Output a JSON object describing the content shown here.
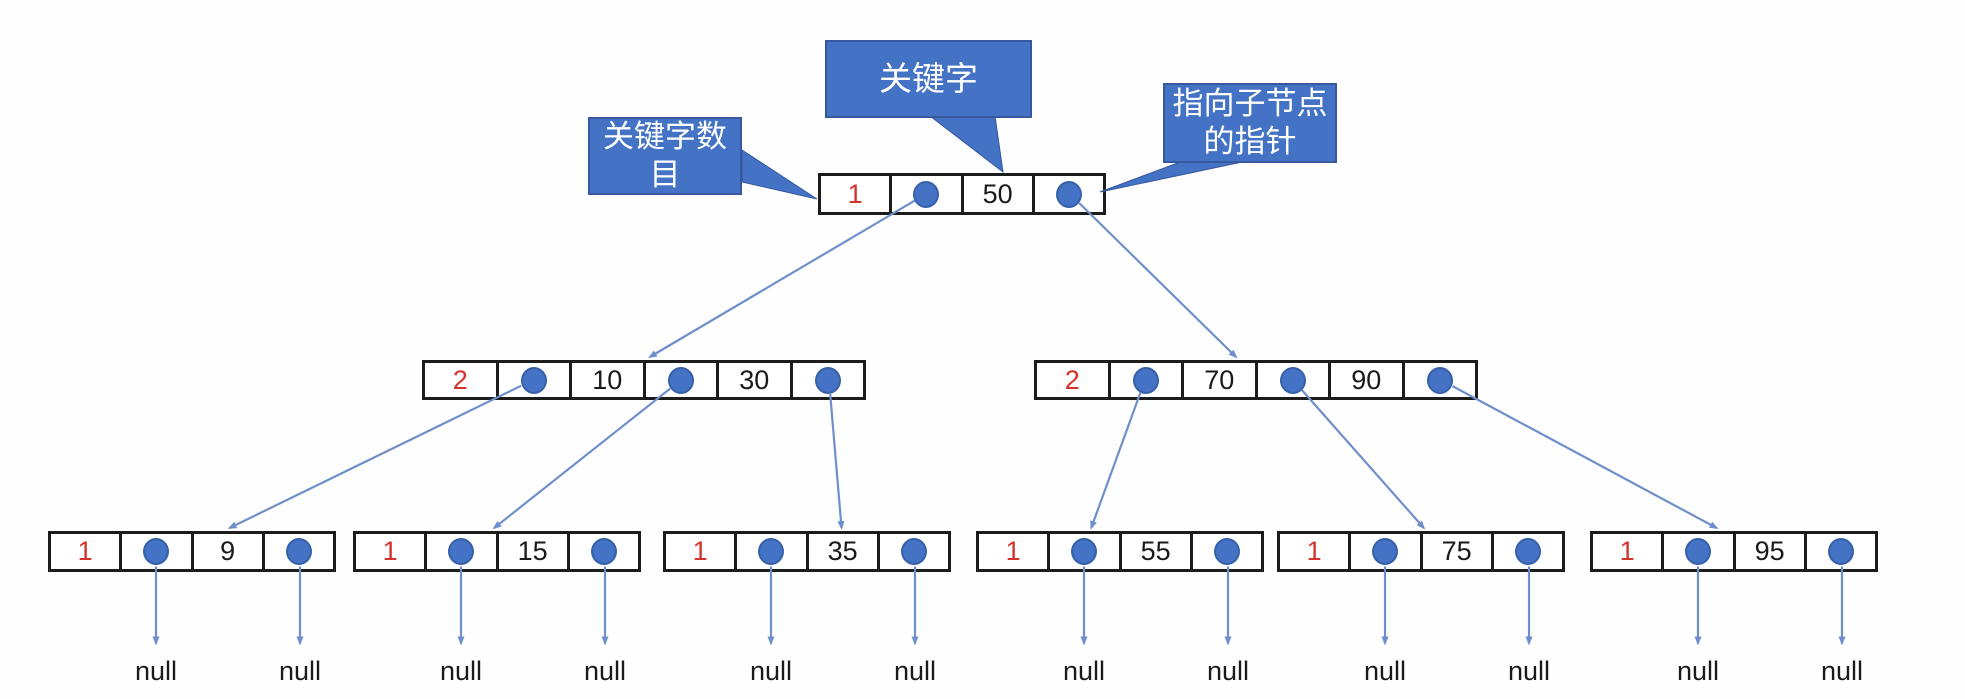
{
  "callouts": {
    "keyword": "关键字",
    "keyword_count": "关键字数目",
    "child_pointer": "指向子节点的指针"
  },
  "tree": {
    "null_label": "null",
    "nodes": [
      {
        "id": "root",
        "count": "1",
        "keys": [
          "50"
        ]
      },
      {
        "id": "mid-left",
        "count": "2",
        "keys": [
          "10",
          "30"
        ]
      },
      {
        "id": "mid-right",
        "count": "2",
        "keys": [
          "70",
          "90"
        ]
      },
      {
        "id": "leaf-9",
        "count": "1",
        "keys": [
          "9"
        ]
      },
      {
        "id": "leaf-15",
        "count": "1",
        "keys": [
          "15"
        ]
      },
      {
        "id": "leaf-35",
        "count": "1",
        "keys": [
          "35"
        ]
      },
      {
        "id": "leaf-55",
        "count": "1",
        "keys": [
          "55"
        ]
      },
      {
        "id": "leaf-75",
        "count": "1",
        "keys": [
          "75"
        ]
      },
      {
        "id": "leaf-95",
        "count": "1",
        "keys": [
          "95"
        ]
      }
    ],
    "edges": [
      {
        "from": "root",
        "pointer": 0,
        "to": "mid-left"
      },
      {
        "from": "root",
        "pointer": 1,
        "to": "mid-right"
      },
      {
        "from": "mid-left",
        "pointer": 0,
        "to": "leaf-9"
      },
      {
        "from": "mid-left",
        "pointer": 1,
        "to": "leaf-15"
      },
      {
        "from": "mid-left",
        "pointer": 2,
        "to": "leaf-35"
      },
      {
        "from": "mid-right",
        "pointer": 0,
        "to": "leaf-55"
      },
      {
        "from": "mid-right",
        "pointer": 1,
        "to": "leaf-75"
      },
      {
        "from": "mid-right",
        "pointer": 2,
        "to": "leaf-95"
      }
    ]
  },
  "colors": {
    "callout_blue": "#4472C4",
    "dot_blue": "#4472C4",
    "arrow_blue": "#6F8FCB",
    "count_red": "#d2342c",
    "node_border": "#1c1c1c"
  }
}
